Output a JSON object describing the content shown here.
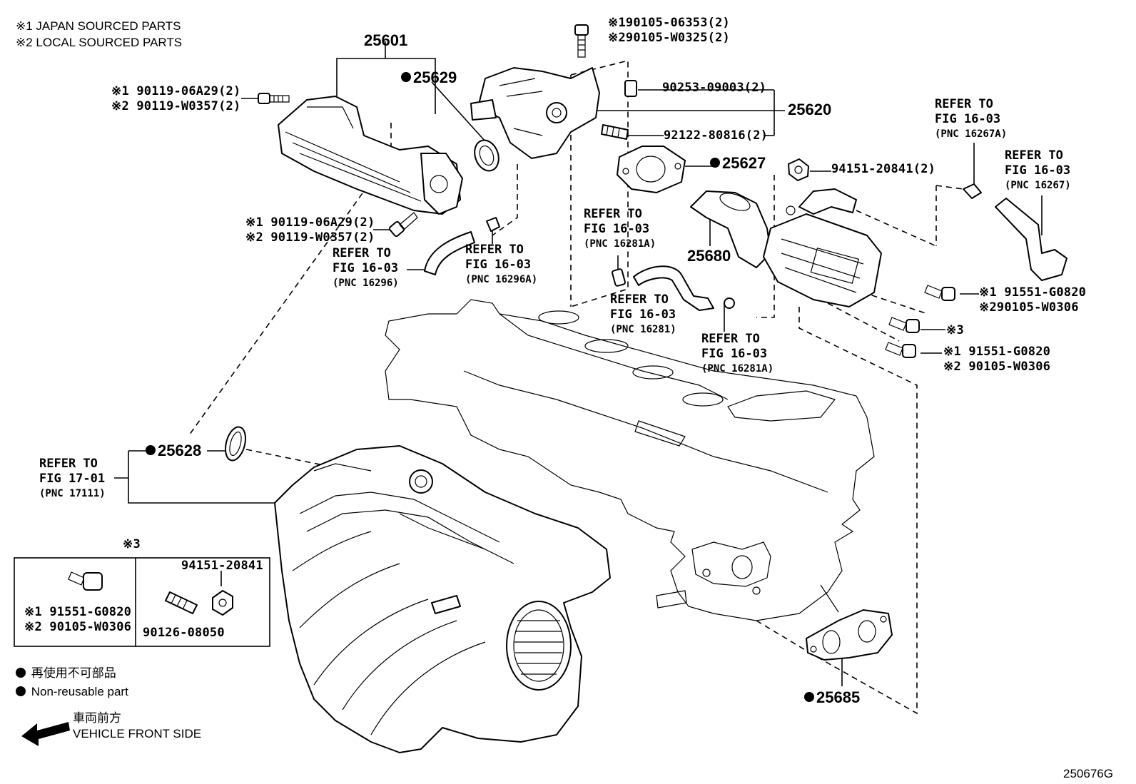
{
  "legend": {
    "japan": "※1 JAPAN SOURCED PARTS",
    "local": "※2 LOCAL SOURCED PARTS",
    "nonreusable_jp": "再使用不可部品",
    "nonreusable_en": "Non-reusable part",
    "front_jp": "車両前方",
    "front_en": "VEHICLE FRONT SIDE",
    "figure_id": "250676G"
  },
  "parts": {
    "p25601": "25601",
    "p25629": "25629",
    "p25620": "25620",
    "p25627": "25627",
    "p25680": "25680",
    "p25628": "25628",
    "p25685": "25685",
    "bolt_top_1": "※190105-06353(2)",
    "bolt_top_2": "※290105-W0325(2)",
    "pin_90253": "90253-09003(2)",
    "stud_92122": "92122-80816(2)",
    "nut_94151": "94151-20841(2)",
    "bolt_a_1": "90119-06A29(2)",
    "bolt_a_2": "90119-W0357(2)",
    "bolt_b_1": "90119-06A29(2)",
    "bolt_b_2": "90119-W0357(2)",
    "mark1": "※1",
    "mark2": "※2",
    "mark3": "※3",
    "egr_bolt1_1": "91551-G0820",
    "egr_bolt1_2": "90105-W0306",
    "egr_bolt2_1": "91551-G0820",
    "egr_bolt2_2": "90105-W0306"
  },
  "refs": {
    "r16296": {
      "l1": "REFER TO",
      "l2": "FIG 16-03",
      "l3": "(PNC 16296)"
    },
    "r16296a": {
      "l1": "REFER TO",
      "l2": "FIG 16-03",
      "l3": "(PNC 16296A)"
    },
    "r16281a_top": {
      "l1": "REFER TO",
      "l2": "FIG 16-03",
      "l3": "(PNC 16281A)"
    },
    "r16281": {
      "l1": "REFER TO",
      "l2": "FIG 16-03",
      "l3": "(PNC 16281)"
    },
    "r16281a_bot": {
      "l1": "REFER TO",
      "l2": "FIG 16-03",
      "l3": "(PNC 16281A)"
    },
    "r16267a": {
      "l1": "REFER TO",
      "l2": "FIG 16-03",
      "l3": "(PNC 16267A)"
    },
    "r16267": {
      "l1": "REFER TO",
      "l2": "FIG 16-03",
      "l3": "(PNC 16267)"
    },
    "r17111": {
      "l1": "REFER TO",
      "l2": "FIG 17-01",
      "l3": "(PNC 17111)"
    }
  },
  "inset": {
    "title": "※3",
    "nut": "94151-20841",
    "bolt1": "※1 91551-G0820",
    "bolt2": "※2 90105-W0306",
    "stud": "90126-08050"
  }
}
